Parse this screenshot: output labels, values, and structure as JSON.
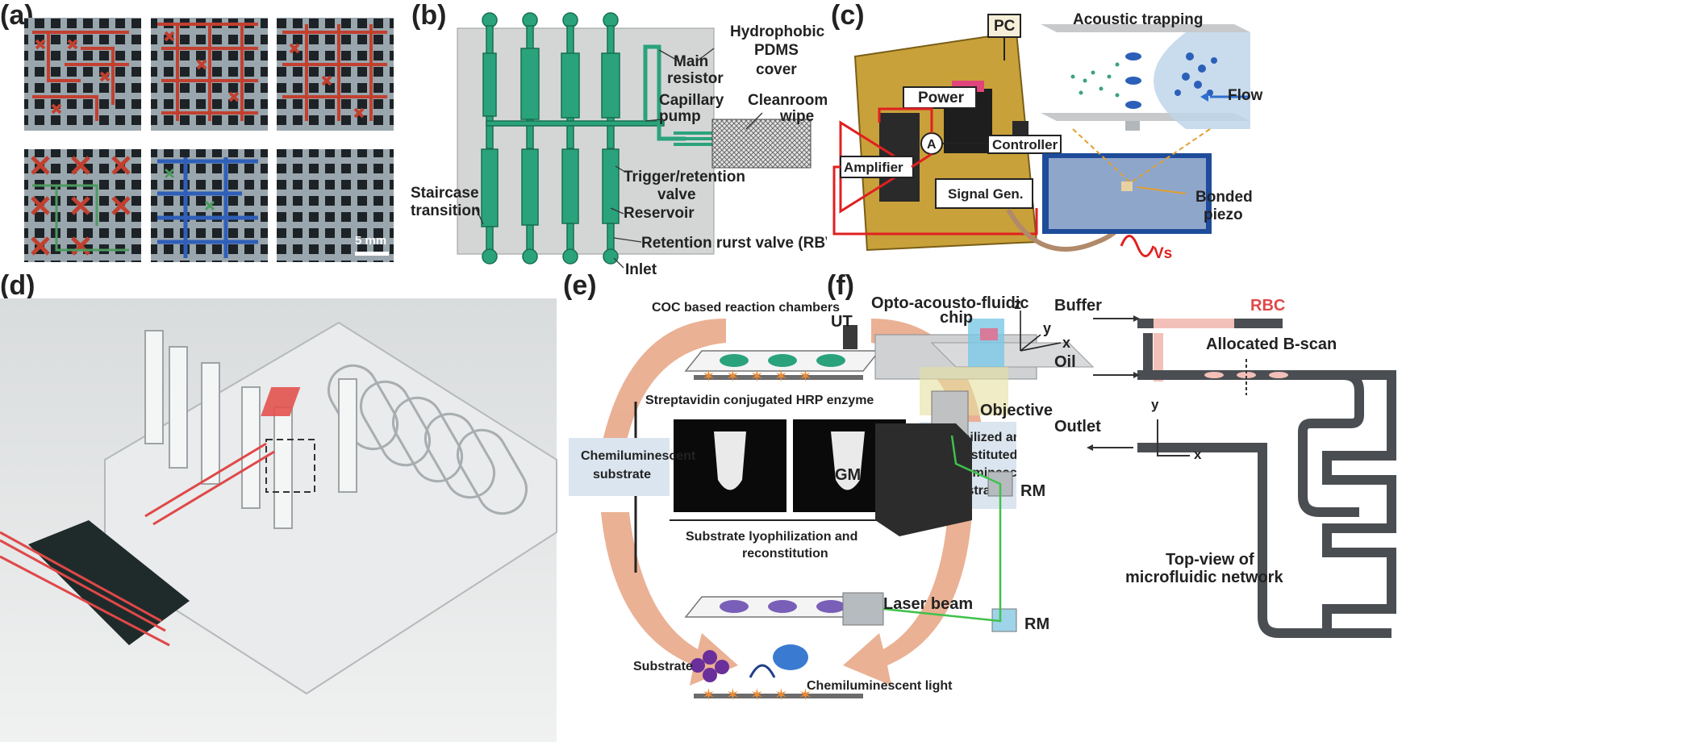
{
  "panels": {
    "a": {
      "letter": "(a)",
      "scale_bar": "5 mm"
    },
    "b": {
      "letter": "(b)",
      "labels": {
        "hydrophobic": "Hydrophobic",
        "pdms": "PDMS",
        "cover": "cover",
        "main": "Main",
        "resistor": "resistor",
        "capillary": "Capillary",
        "pump": "pump",
        "cleanroom": "Cleanroom",
        "wipe": "wipe",
        "trigger": "Trigger/retention",
        "valve": "valve",
        "staircase": "Staircase",
        "transition": "transition",
        "reservoir": "Reservoir",
        "rbv": "Retention rurst valve (RBV)",
        "inlet": "Inlet"
      }
    },
    "c": {
      "letter": "(c)",
      "labels": {
        "pc": "PC",
        "acoustic_trapping": "Acoustic trapping",
        "power": "Power",
        "flow": "Flow",
        "a": "A",
        "controller": "Controller",
        "amplifier": "Amplifier",
        "signal_gen": "Signal Gen.",
        "bonded": "Bonded",
        "piezo": "piezo",
        "vs": "Vs"
      }
    },
    "d": {
      "letter": "(d)"
    },
    "e": {
      "letter": "(e)",
      "labels": {
        "coc": "COC based reaction chambers",
        "streptavidin": "Streptavidin conjugated HRP enzyme",
        "chemi_substrate_1": "Chemiluminescent",
        "chemi_substrate_2": "substrate",
        "lyo_1": "Lyophilized and",
        "lyo_2": "reconstituted",
        "lyo_3": "chemiluminescent",
        "lyo_4": "substrate",
        "sub_lyo_1": "Substrate lyophilization and",
        "sub_lyo_2": "reconstitution",
        "substrate": "Substrate",
        "chemi_light": "Chemiluminescent light"
      }
    },
    "f": {
      "letter": "(f)",
      "labels": {
        "opto_1": "Opto-acousto-fluidic",
        "opto_2": "chip",
        "ut": "UT",
        "z": "z",
        "y": "y",
        "x": "x",
        "objective": "Objective",
        "gm": "GM",
        "rm1": "RM",
        "rm2": "RM",
        "laser": "Laser beam",
        "buffer": "Buffer",
        "rbc": "RBC",
        "allocated": "Allocated B-scan",
        "oil": "Oil",
        "outlet": "Outlet",
        "y2": "y",
        "x2": "x",
        "top_1": "Top-view of",
        "top_2": "microfluidic network"
      }
    }
  },
  "colors": {
    "green_channel": "#2aa37c",
    "red_grid": "#c2402f",
    "blue_grid": "#2f5fb8",
    "chip_gray": "#d4d6d6",
    "orange_arrow": "#e8a888",
    "label_box": "#dbe5ef"
  }
}
